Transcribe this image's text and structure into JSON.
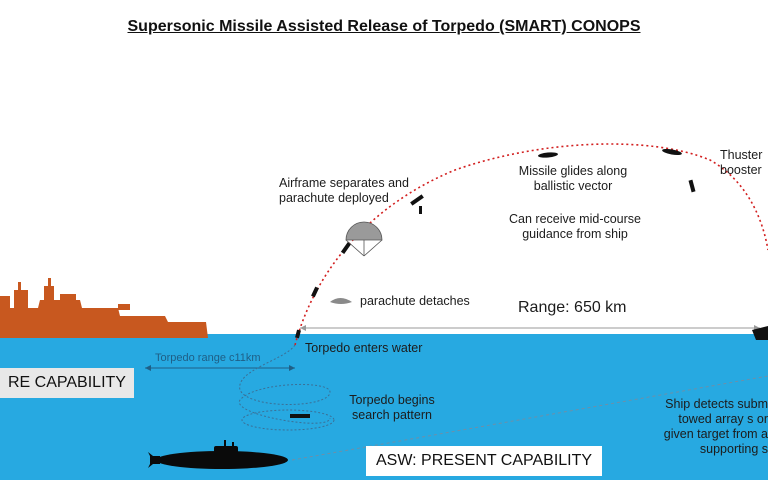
{
  "title": "Supersonic Missile Assisted Release of Torpedo (SMART) CONOPS",
  "labels": {
    "airframe": "Airframe separates and parachute deployed",
    "glides": "Missile glides along ballistic vector",
    "midcourse": "Can receive mid-course guidance from ship",
    "thruster": "Thuster booster",
    "parachute_detaches": "parachute detaches",
    "range": "Range: 650 km",
    "torpedo_enters": "Torpedo enters water",
    "torpedo_range": "Torpedo range c11km",
    "search_pattern": "Torpedo begins search pattern",
    "ship_detects": "Ship detects subm towed array s or given target from a supporting s",
    "future_capability": "RE CAPABILITY",
    "present_capability": "ASW: PRESENT CAPABILITY"
  },
  "colors": {
    "sea": "#27a9e1",
    "ship": "#c8581f",
    "trajectory": "#d21f1f",
    "submarine": "#0a0a0a"
  },
  "icons": [
    "warship-icon",
    "submarine-icon",
    "parachute-icon",
    "missile-icon",
    "torpedo-icon"
  ]
}
